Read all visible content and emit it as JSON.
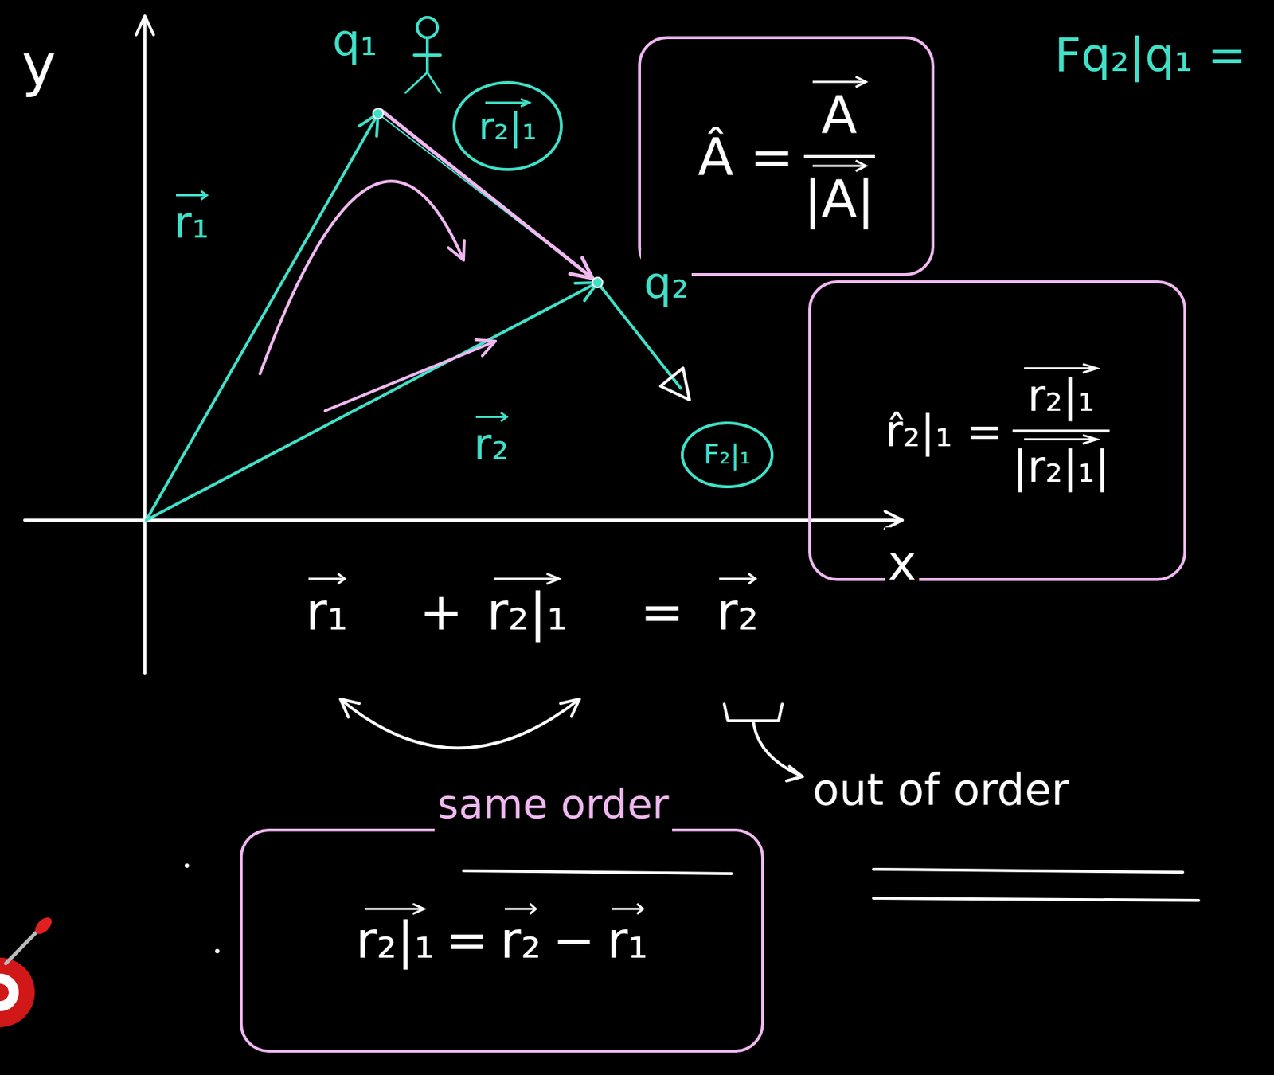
{
  "diagram": {
    "nodes": [
      {
        "text": [
          "r₂|₁"
        ]
      },
      {
        "text": [
          "Â =",
          "A",
          "|A|"
        ]
      },
      {
        "text": [
          "r̂₂|₁ =",
          "r₂|₁",
          "|r₂|₁|"
        ]
      },
      {
        "text": [
          "F₂|₁"
        ]
      },
      {
        "text": [
          "r₂|₁",
          "=",
          "r₂",
          "−",
          "r₁"
        ]
      }
    ],
    "labels": [
      "y",
      "x",
      "q₁",
      "q₂",
      "r₁",
      "r₂",
      "Fq₂|q₁ =",
      "r₁",
      "+",
      "r₂|₁",
      "=",
      "r₂",
      "same order",
      "out of order"
    ]
  }
}
